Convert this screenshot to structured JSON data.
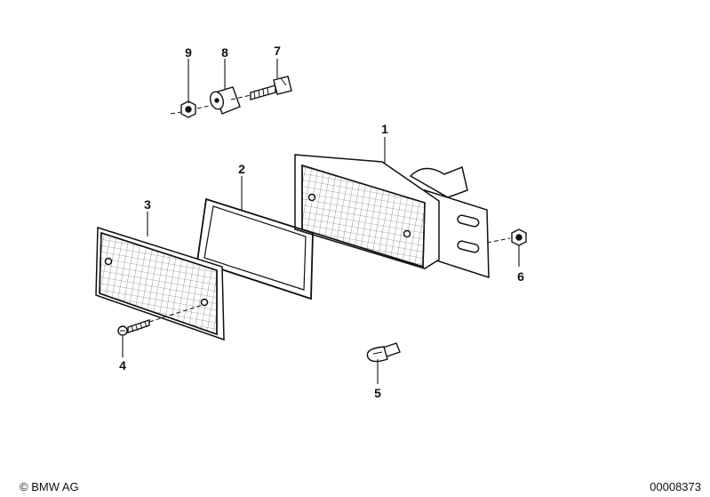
{
  "callouts": {
    "c1": "1",
    "c2": "2",
    "c3": "3",
    "c4": "4",
    "c5": "5",
    "c6": "6",
    "c7": "7",
    "c8": "8",
    "c9": "9"
  },
  "footer": {
    "copyright": "© BMW AG",
    "diagram_number": "00008373"
  },
  "colors": {
    "line": "#111111",
    "background": "#ffffff"
  }
}
